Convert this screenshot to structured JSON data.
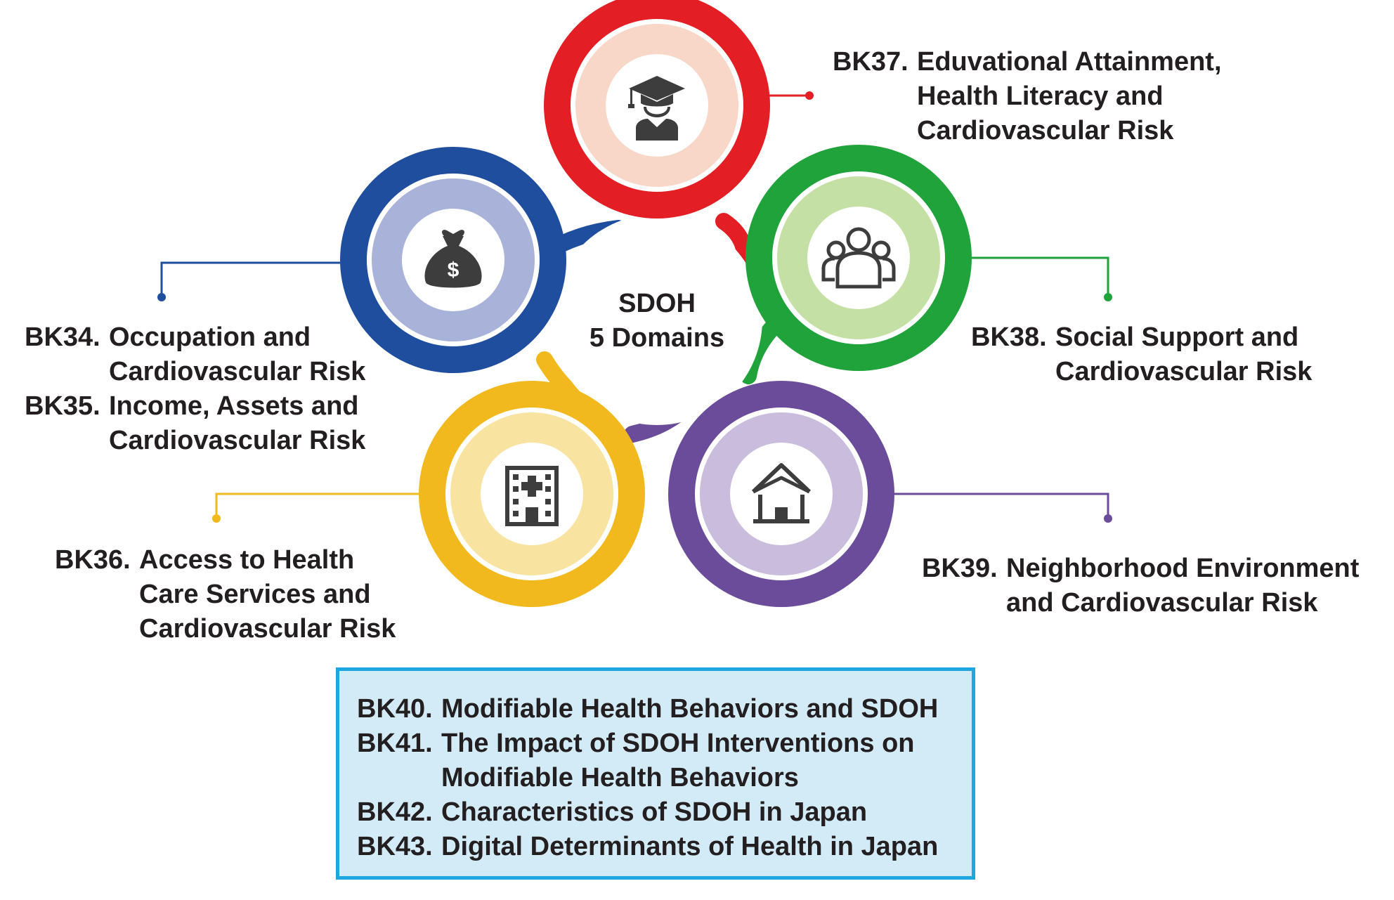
{
  "center": {
    "line1": "SDOH",
    "line2": "5 Domains"
  },
  "domains": [
    {
      "id": "education",
      "icon": "graduation-cap-icon",
      "ring_color": "#e31e24",
      "inner_color": "#f8d6c8",
      "entries": [
        {
          "code": "BK37.",
          "lines": [
            "Eduvational Attainment,",
            "Health Literacy and",
            "Cardiovascular Risk"
          ]
        }
      ]
    },
    {
      "id": "social-support",
      "icon": "people-group-icon",
      "ring_color": "#1fa33a",
      "inner_color": "#c5e0a5",
      "entries": [
        {
          "code": "BK38.",
          "lines": [
            "Social Support and",
            "Cardiovascular Risk"
          ]
        }
      ]
    },
    {
      "id": "neighborhood",
      "icon": "house-icon",
      "ring_color": "#6b4c9a",
      "inner_color": "#c9bcdc",
      "entries": [
        {
          "code": "BK39.",
          "lines": [
            "Neighborhood Environment",
            "and Cardiovascular Risk"
          ]
        }
      ]
    },
    {
      "id": "health-care-access",
      "icon": "hospital-icon",
      "ring_color": "#f2b91f",
      "inner_color": "#f8e3a0",
      "entries": [
        {
          "code": "BK36.",
          "lines": [
            "Access to Health",
            "Care Services and",
            "Cardiovascular Risk"
          ]
        }
      ]
    },
    {
      "id": "economic",
      "icon": "money-bag-icon",
      "ring_color": "#1f4e9f",
      "inner_color": "#a9b3da",
      "entries": [
        {
          "code": "BK34.",
          "lines": [
            "Occupation and",
            "Cardiovascular Risk"
          ]
        },
        {
          "code": "BK35.",
          "lines": [
            "Income, Assets and",
            "Cardiovascular Risk"
          ]
        }
      ]
    }
  ],
  "box": {
    "border_color": "#1ea7df",
    "fill_color": "#d3ebf7",
    "items": [
      {
        "code": "BK40.",
        "lines": [
          "Modifiable Health Behaviors and SDOH"
        ]
      },
      {
        "code": "BK41.",
        "lines": [
          "The Impact of SDOH Interventions on",
          "Modifiable Health Behaviors"
        ]
      },
      {
        "code": "BK42.",
        "lines": [
          "Characteristics of SDOH in Japan"
        ]
      },
      {
        "code": "BK43.",
        "lines": [
          "Digital Determinants of Health in Japan"
        ]
      }
    ]
  }
}
